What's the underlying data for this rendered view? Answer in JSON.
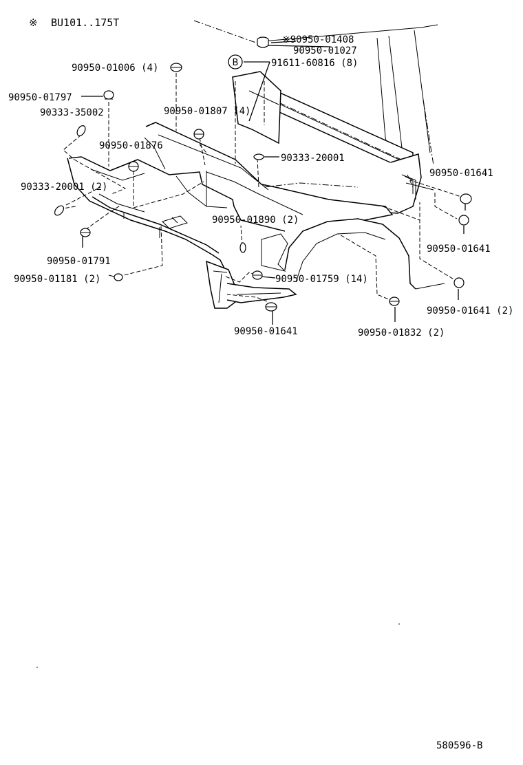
{
  "header": {
    "symbol": "※",
    "model": "BU101..175T"
  },
  "callout": {
    "letter": "B"
  },
  "labels": {
    "p01408": "※90950-01408",
    "p01027": "90950-01027",
    "p60816": "91611-60816 (8)",
    "p01006": "90950-01006 (4)",
    "p01797": "90950-01797",
    "p35002": "90333-35002",
    "p01807": "90950-01807 (4)",
    "p01876": "90950-01876",
    "p20001a": "90333-20001",
    "p20001b": "90333-20001 (2)",
    "p01641a": "90950-01641",
    "p01641b": "90950-01641",
    "p01641c": "90950-01641 (2)",
    "p01641d": "90950-01641",
    "p01890": "90950-01890 (2)",
    "p01791": "90950-01791",
    "p01181": "90950-01181 (2)",
    "p01759": "90950-01759 (14)",
    "p01832": "90950-01832 (2)"
  },
  "footer": {
    "code": "580596-B"
  }
}
